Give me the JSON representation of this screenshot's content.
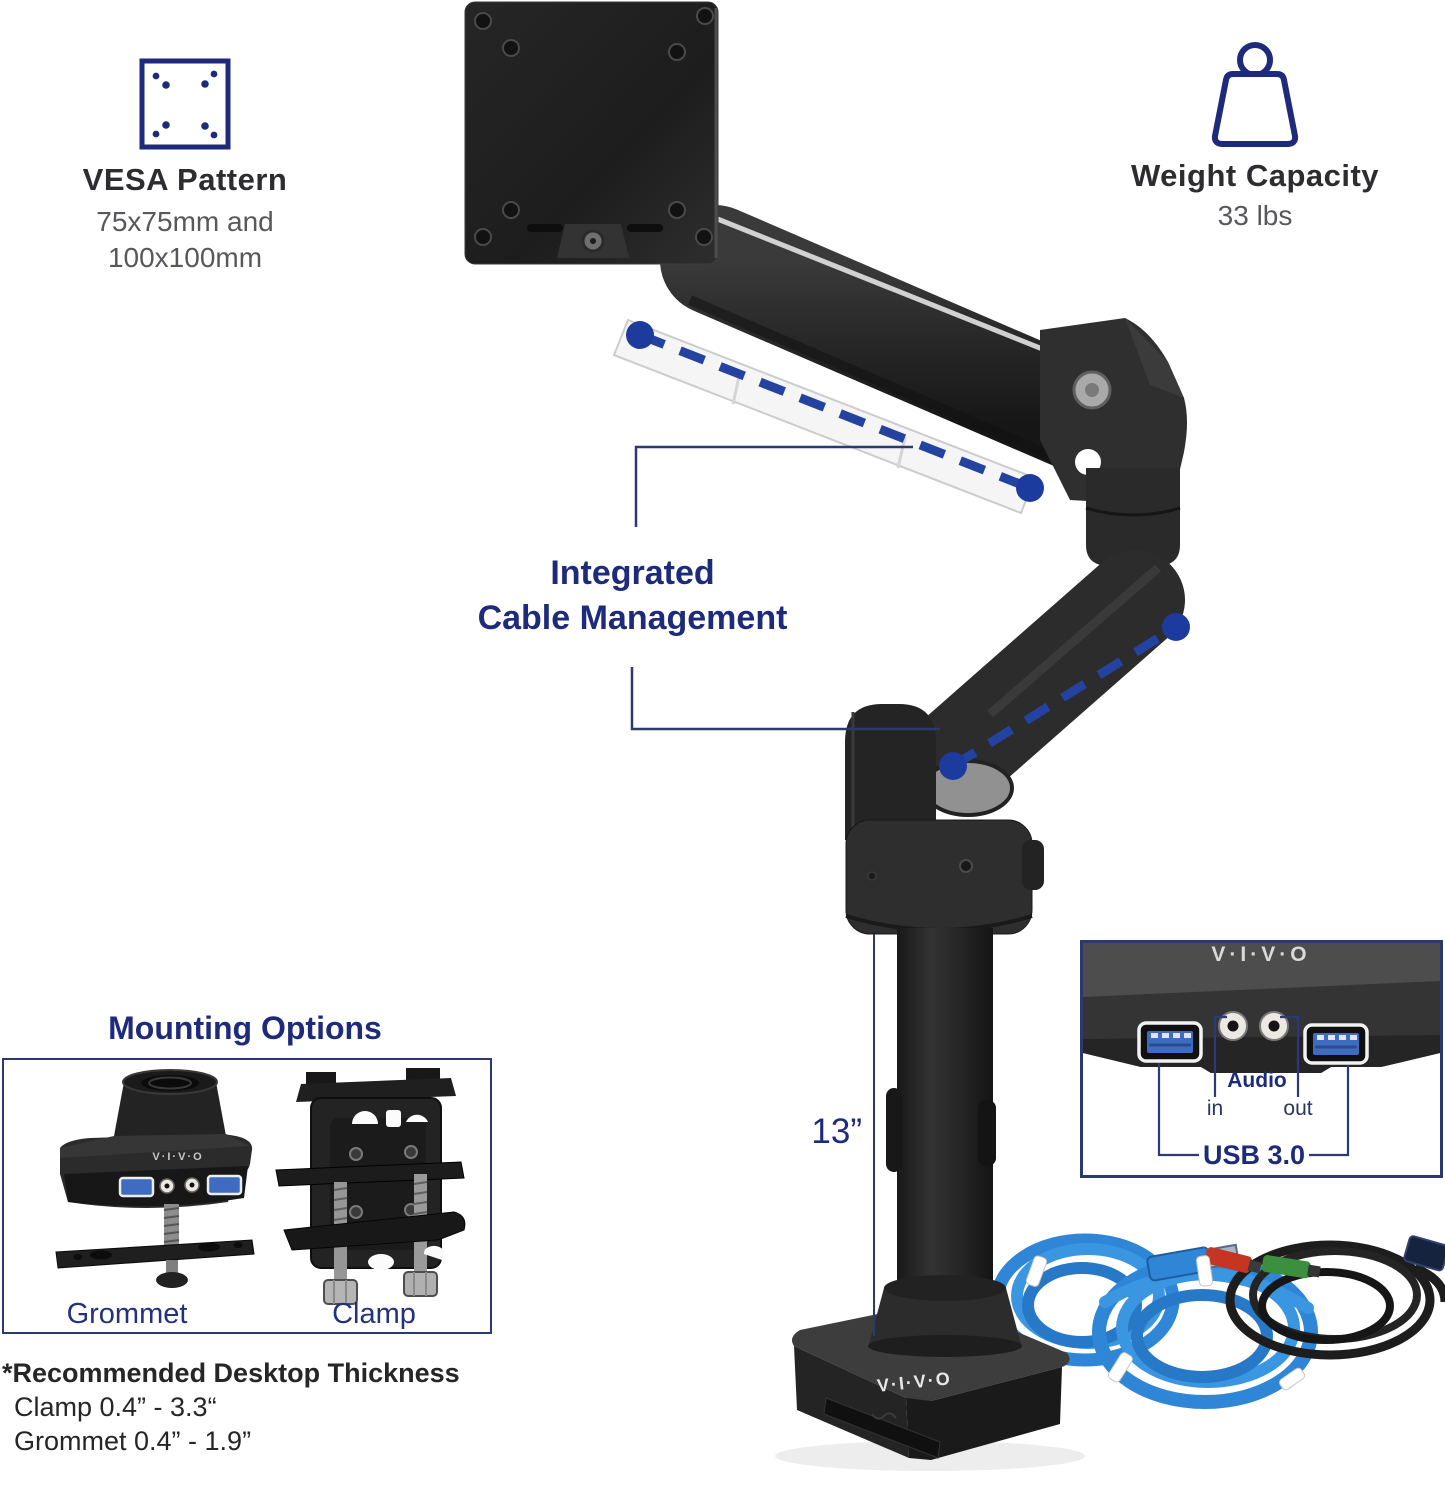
{
  "vesa": {
    "title": "VESA Pattern",
    "line1": "75x75mm and",
    "line2": "100x100mm"
  },
  "weight": {
    "title": "Weight Capacity",
    "value": "33 lbs"
  },
  "cable_callout": {
    "line1": "Integrated",
    "line2": "Cable Management"
  },
  "height_label": "13”",
  "ports_inset": {
    "brand": "V·I·V·O",
    "audio_label": "Audio",
    "audio_in": "in",
    "audio_out": "out",
    "usb_label": "USB 3.0"
  },
  "mounting": {
    "title": "Mounting Options",
    "grommet_label": "Grommet",
    "clamp_label": "Clamp",
    "grommet_brand": "V·I·V·O"
  },
  "base_brand": "V·I·V·O",
  "footnote": {
    "title": "*Recommended Desktop Thickness",
    "clamp_range": "Clamp 0.4” - 3.3“",
    "grommet_range": "Grommet 0.4” - 1.9”"
  },
  "colors": {
    "accent_navy": "#1e2b7b",
    "callout_line": "#2b3a6e",
    "dash_blue": "#2443a0",
    "cable_blue": "#2f86d6",
    "usb_blue": "#3e6cc0",
    "product_dark": "#2b2b2b"
  }
}
